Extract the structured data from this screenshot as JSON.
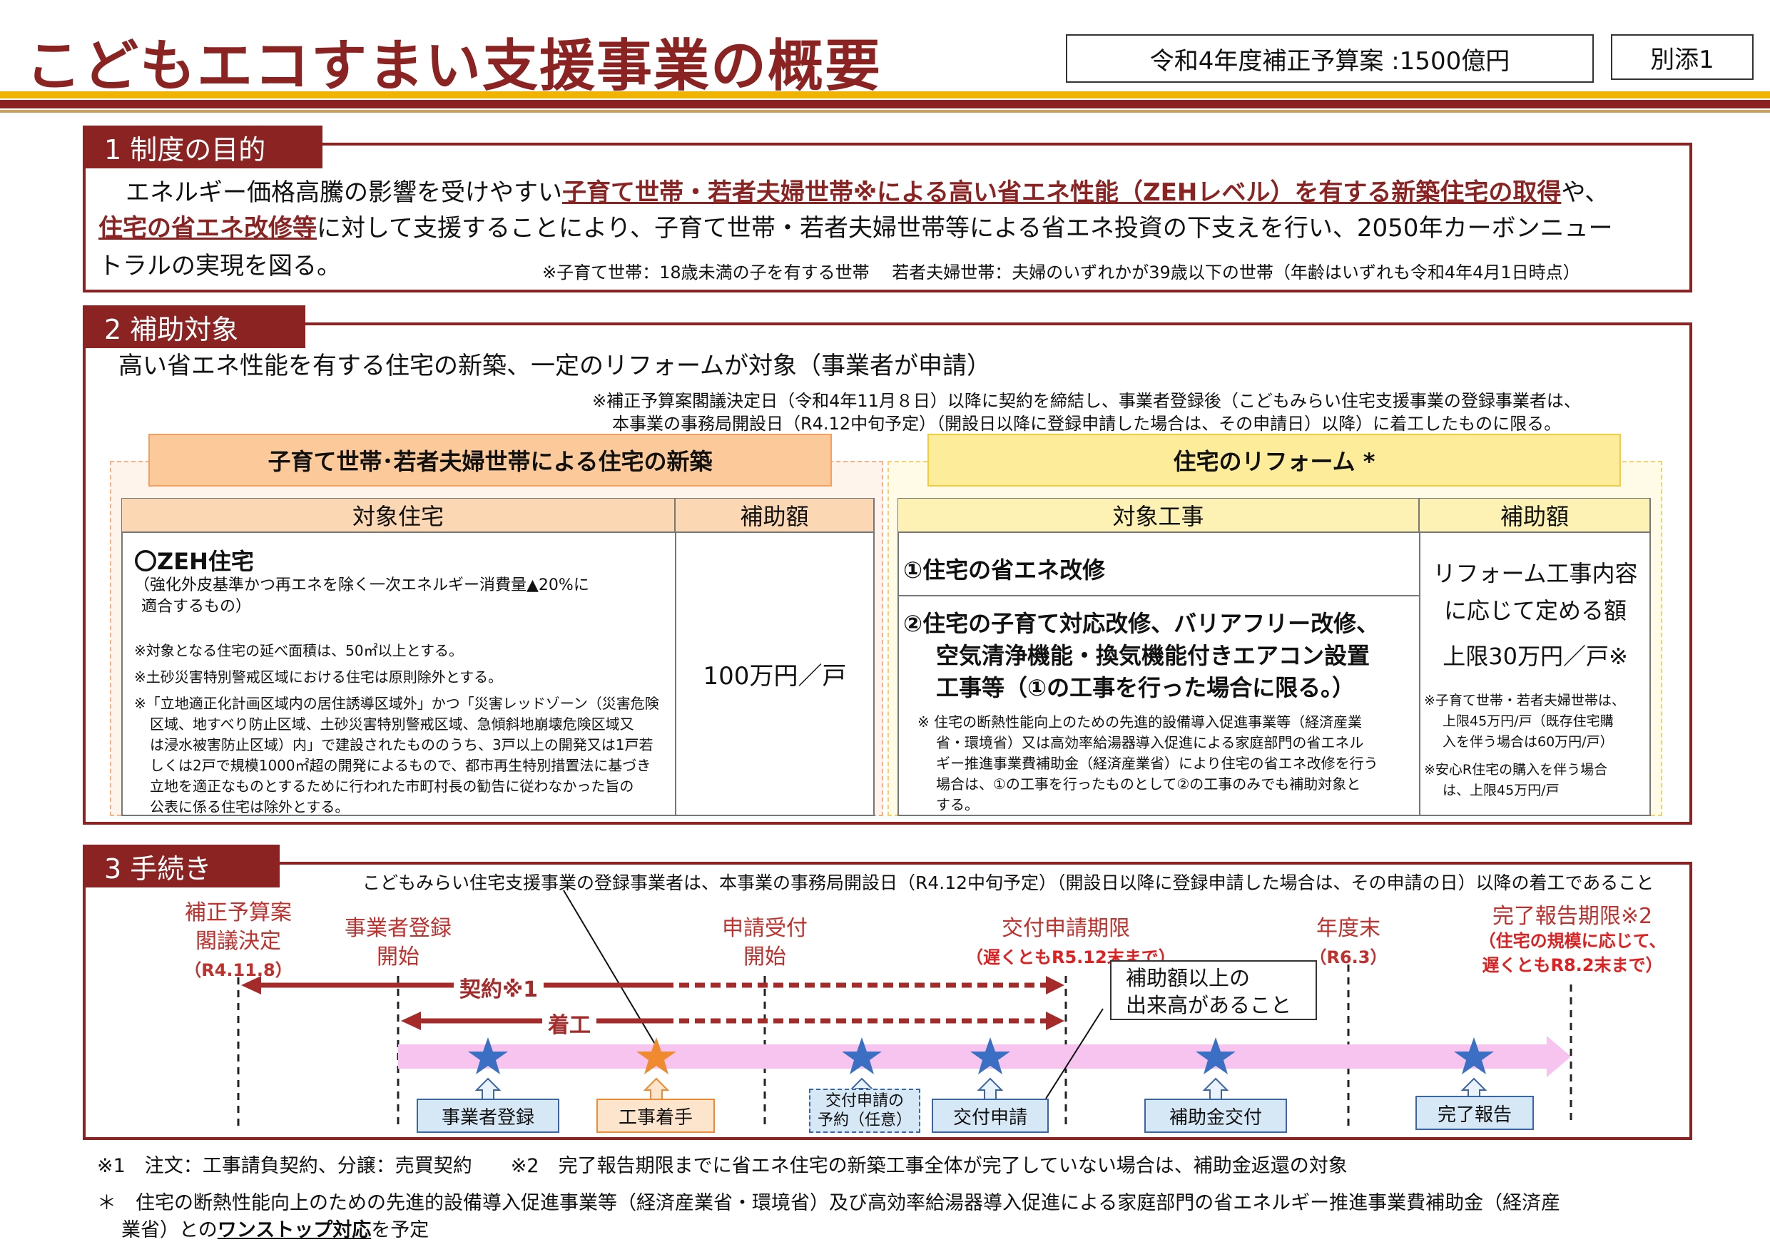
{
  "header": {
    "title": "こどもエコすまい支援事業の概要",
    "budget": "令和4年度補正予算案 :1500億円",
    "annex": "別添1"
  },
  "sec1": {
    "tab": "1 制度の目的",
    "l1a": "エネルギー価格高騰の影響を受けやすい",
    "l1b": "子育て世帯・若者夫婦世帯※による高い省エネ性能（ZEHレベル）を有する新築住宅の取得",
    "l1c": "や、",
    "l2a": "住宅の省エネ改修等",
    "l2b": "に対して支援することにより、子育て世帯・若者夫婦世帯等による省エネ投資の下支えを行い、2050年カーボンニュー",
    "l3": "トラルの実現を図る。",
    "note": "※子育て世帯：18歳未満の子を有する世帯　 若者夫婦世帯：夫婦のいずれかが39歳以下の世帯（年齢はいずれも令和4年4月1日時点）"
  },
  "sec2": {
    "tab": "2 補助対象",
    "lead": "高い省エネ性能を有する住宅の新築、一定のリフォームが対象（事業者が申請）",
    "note1": "※補正予算案閣議決定日（令和4年11月８日）以降に契約を締結し、事業者登録後（こどもみらい住宅支援事業の登録事業者は、",
    "note2": "本事業の事務局開設日（R4.12中旬予定）（開設日以降に登録申請した場合は、その申請日）以降）に着工したものに限る。",
    "left": {
      "header": "子育て世帯･若者夫婦世帯による住宅の新築",
      "col1": "対象住宅",
      "col2": "補助額",
      "zeh": "〇ZEH住宅",
      "zeh_desc1": "（強化外皮基準かつ再エネを除く一次エネルギー消費量▲20%に",
      "zeh_desc2": "適合するもの）",
      "n1": "※対象となる住宅の延べ面積は、50㎡以上とする。",
      "n2": "※土砂災害特別警戒区域における住宅は原則除外とする。",
      "n3a": "※「立地適正化計画区域内の居住誘導区域外」かつ「災害レッドゾーン（災害危険",
      "n3b": "区域、地すべり防止区域、土砂災害特別警戒区域、急傾斜地崩壊危険区域又",
      "n3c": "は浸水被害防止区域）内」で建設されたもののうち、3戸以上の開発又は1戸若",
      "n3d": "しくは2戸で規模1000㎡超の開発によるもので、都市再生特別措置法に基づき",
      "n3e": "立地を適正なものとするために行われた市町村長の勧告に従わなかった旨の",
      "n3f": "公表に係る住宅は除外とする。",
      "amount": "100万円／戸"
    },
    "right": {
      "header": "住宅のリフォーム *",
      "col1": "対象工事",
      "col2": "補助額",
      "w1": "①住宅の省エネ改修",
      "w2a": "②住宅の子育て対応改修、バリアフリー改修、",
      "w2b": "空気清浄機能・換気機能付きエアコン設置",
      "w2c": "工事等（①の工事を行った場合に限る。）",
      "rn1": "※ 住宅の断熱性能向上のための先進的設備導入促進事業等（経済産業",
      "rn2": "省・環境省）又は高効率給湯器導入促進による家庭部門の省エネル",
      "rn3": "ギー推進事業費補助金（経済産業省）により住宅の省エネ改修を行う",
      "rn4": "場合は、①の工事を行ったものとして②の工事のみでも補助対象と",
      "rn5": "する。",
      "a1": "リフォーム工事内容",
      "a2": "に応じて定める額",
      "a3": "上限30万円／戸※",
      "an1": "※子育て世帯・若者夫婦世帯は、",
      "an2": "上限45万円/戸（既存住宅購",
      "an3": "入を伴う場合は60万円/戸）",
      "an4": "※安心R住宅の購入を伴う場合",
      "an5": "は、上限45万円/戸"
    }
  },
  "sec3": {
    "tab": "3 手続き",
    "topnote": "こどもみらい住宅支援事業の登録事業者は、本事業の事務局開設日（R4.12中旬予定）（開設日以降に登録申請した場合は、その申請の日）以降の着工であること",
    "m1a": "補正予算案",
    "m1b": "閣議決定",
    "m1c": "（R4.11.8）",
    "m2a": "事業者登録",
    "m2b": "開始",
    "m3a": "申請受付",
    "m3b": "開始",
    "m4a": "交付申請期限",
    "m4b": "（遅くともR5.12末まで）",
    "m5a": "年度末",
    "m5b": "（R6.3）",
    "m6a": "完了報告期限※2",
    "m6b": "（住宅の規模に応じて、",
    "m6c": "遅くともR8.2末まで）",
    "contract": "契約※1",
    "construction": "着工",
    "callout1": "補助額以上の",
    "callout2": "出来高があること",
    "s1": "事業者登録",
    "s2": "工事着手",
    "s3a": "交付申請の",
    "s3b": "予約（任意）",
    "s4": "交付申請",
    "s5": "補助金交付",
    "s6": "完了報告"
  },
  "footer": {
    "f1": "※1　注文：工事請負契約、分譲：売買契約　　※2　完了報告期限までに省エネ住宅の新築工事全体が完了していない場合は、補助金返還の対象",
    "f2": "＊　住宅の断熱性能向上のための先進的設備導入促進事業等（経済産業省・環境省）及び高効率給湯器導入促進による家庭部門の省エネルギー推進事業費補助金（経済産",
    "f3a": "業省）との",
    "f3b": "ワンストップ対応",
    "f3c": "を予定"
  },
  "colors": {
    "brand": "#8b2323",
    "orange_head": "#fbc99a",
    "yellow_head": "#fdec9a",
    "timeline": "#f7c4f0",
    "star": "#3b6fc4"
  }
}
